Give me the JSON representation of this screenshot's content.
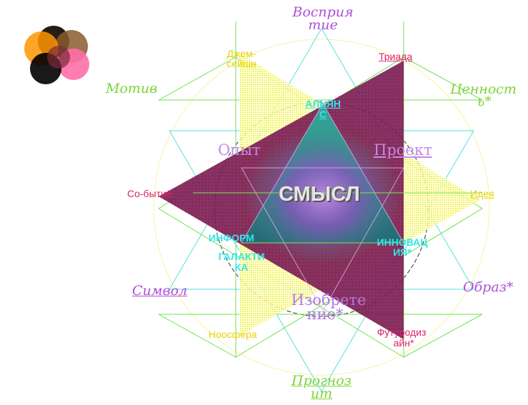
{
  "colors": {
    "green_lines": "#66e64d",
    "cyan_lines": "#4fe3e3",
    "yellow_triangle": "#ffff33",
    "magenta_triangle": "#8b1a5a",
    "teal_triangle": "#1f9e8a",
    "center_glow": "#9b59d0",
    "violet_text": "#b04fd8",
    "green_text": "#7bd43a",
    "pink_text": "#e0206a",
    "yellow_text": "#e6d200",
    "cyan_text": "#33e6e6"
  },
  "logo": {
    "circles": [
      "#000000",
      "#5a3a22",
      "#ff8c00",
      "#b8751a",
      "#ff66a3",
      "#7a1f3a"
    ]
  },
  "labels": {
    "center": "СМЫСЛ",
    "vosprijatie": [
      "Восприя",
      "тие"
    ],
    "motiv": "Мотив",
    "cennost": [
      "Ценност",
      "ь*"
    ],
    "simvol": "Символ",
    "obraz": "Образ*",
    "prognoz": [
      "Прогноз",
      "ит"
    ],
    "opyt": "Опыт",
    "proekt": "Проект",
    "izobretenie": [
      "Изобрете",
      "ние*"
    ],
    "dzhem": [
      "Джем-",
      "сейшн"
    ],
    "triada": "Триада",
    "sobytie": "Со-бытиё",
    "ideja": "Идея",
    "noosfera": "Ноосфера",
    "futurodizain": [
      "Футуродиз",
      "айн*"
    ],
    "aljans": [
      "АЛЬЯН",
      "С"
    ],
    "inform": "ИНФОРМ",
    "galaktika": [
      "ГАЛАКТИ",
      "КА"
    ],
    "innovacija": [
      "ИННОВАЦ",
      "ИЯ*"
    ]
  }
}
